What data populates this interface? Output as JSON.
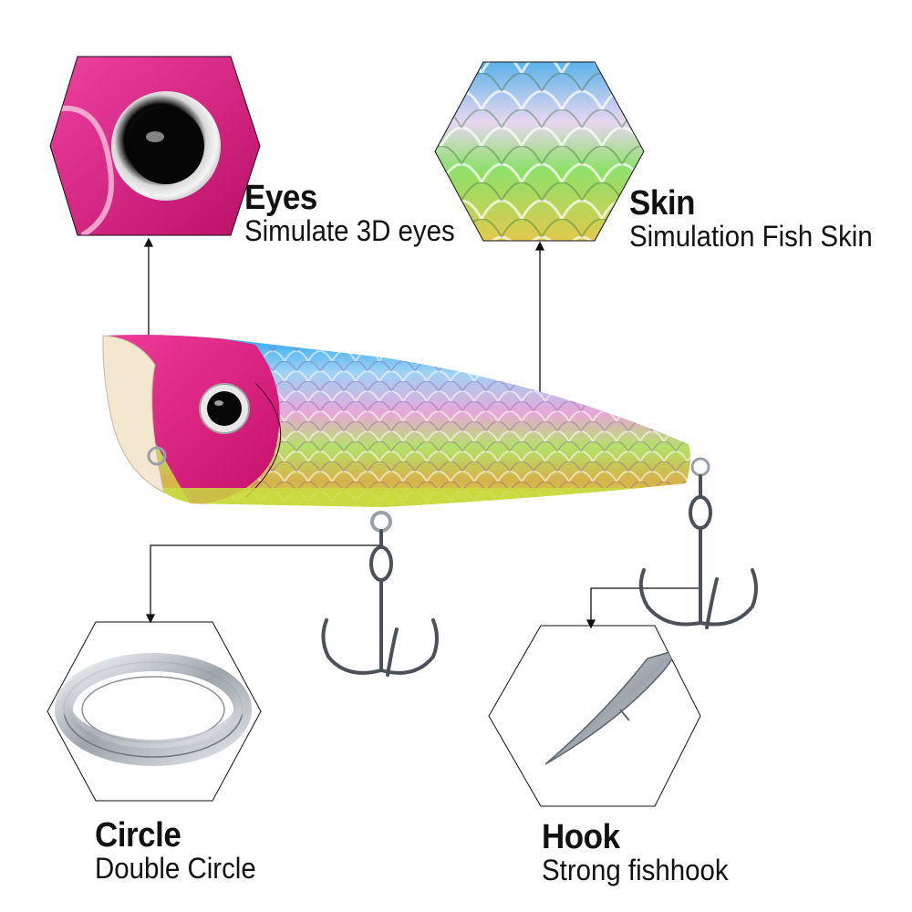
{
  "features": {
    "eyes": {
      "title": "Eyes",
      "desc": "Simulate 3D eyes"
    },
    "skin": {
      "title": "Skin",
      "desc": "Simulation Fish Skin"
    },
    "circle": {
      "title": "Circle",
      "desc": "Double Circle"
    },
    "hook": {
      "title": "Hook",
      "desc": "Strong fishhook"
    }
  },
  "colors": {
    "head_pink": "#e0157a",
    "back_blue": "#1e9ae8",
    "belly_yellow": "#c8dc3a",
    "metal": "#9aa0a8",
    "line": "#111111"
  },
  "icons": [
    "eye-detail-image",
    "scale-detail-image",
    "split-ring-image",
    "hook-point-image",
    "fishing-lure-image"
  ]
}
